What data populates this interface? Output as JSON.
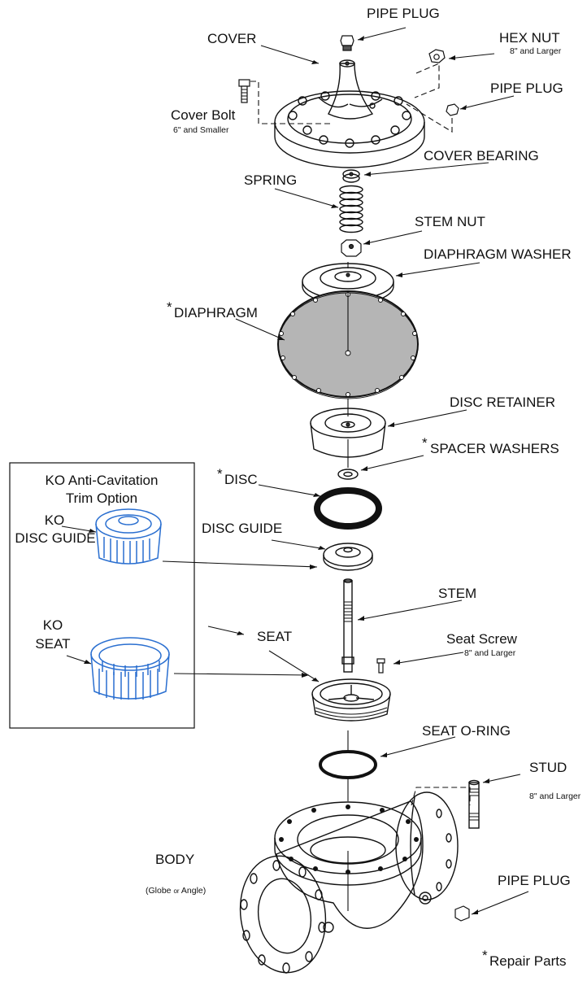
{
  "labels": {
    "pipe_plug_top": "PIPE PLUG",
    "cover": "COVER",
    "hex_nut": "HEX  NUT",
    "hex_nut_note": "8\" and Larger",
    "pipe_plug_right": "PIPE PLUG",
    "cover_bolt": "Cover Bolt",
    "cover_bolt_note": "6\" and Smaller",
    "cover_bearing": "COVER BEARING",
    "spring": "SPRING",
    "stem_nut": "STEM NUT",
    "diaphragm_washer": "DIAPHRAGM WASHER",
    "diaphragm_star": "*",
    "diaphragm": "DIAPHRAGM",
    "disc_retainer": "DISC RETAINER",
    "spacer_star": "*",
    "spacer_washers": "SPACER WASHERS",
    "disc_star": "*",
    "disc": "DISC",
    "disc_guide": "DISC GUIDE",
    "stem": "STEM",
    "seat_screw": "Seat Screw",
    "seat_screw_note": "8\" and Larger",
    "seat": "SEAT",
    "seat_oring": "SEAT O-RING",
    "stud": "STUD",
    "stud_note": "8\" and Larger",
    "body": "BODY",
    "body_note_1": "(Globe ",
    "body_note_or": "or",
    "body_note_2": " Angle)",
    "pipe_plug_body": "PIPE PLUG",
    "repair_star": "*",
    "repair_parts": "Repair Parts"
  },
  "ko_box": {
    "title_line1": "KO Anti-Cavitation",
    "title_line2": "Trim Option",
    "ko_disc_guide_1": "KO",
    "ko_disc_guide_2": "DISC GUIDE",
    "ko_seat_1": "KO",
    "ko_seat_2": "SEAT"
  },
  "colors": {
    "ink": "#111111",
    "ko_blue": "#2a6fd0",
    "diaphragm_fill": "#b5b5b5"
  }
}
